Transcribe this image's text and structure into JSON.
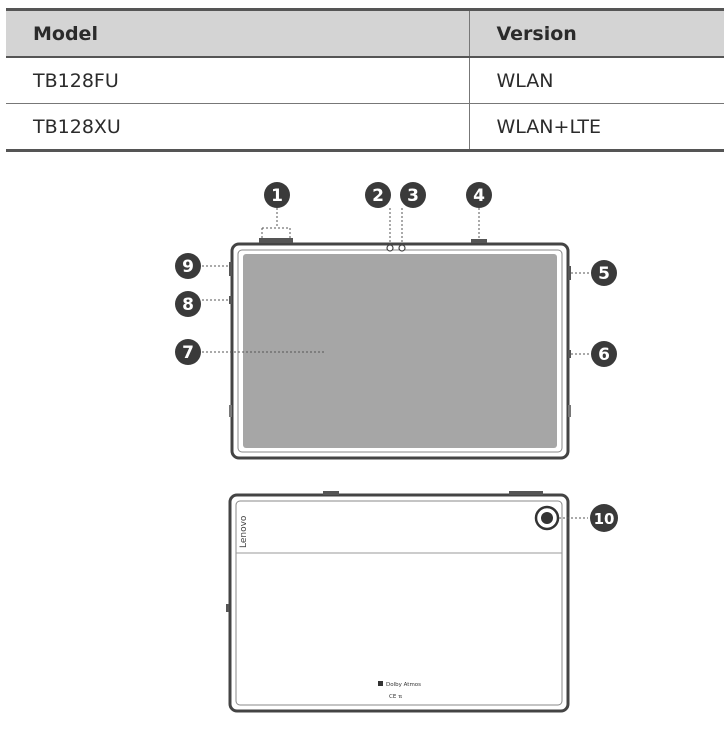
{
  "table": {
    "headers": [
      "Model",
      "Version"
    ],
    "rows": [
      [
        "TB128FU",
        "WLAN"
      ],
      [
        "TB128XU",
        "WLAN+LTE"
      ]
    ]
  },
  "callouts": [
    "1",
    "2",
    "3",
    "4",
    "5",
    "6",
    "7",
    "8",
    "9",
    "10"
  ],
  "back": {
    "logo": "Lenovo",
    "audio_badge": "Dolby Atmos",
    "marks": "CE ℼ"
  },
  "colors": {
    "callout_fill": "#3a3a3a",
    "screen_fill": "#a6a6a6",
    "header_fill": "#d4d4d4"
  }
}
